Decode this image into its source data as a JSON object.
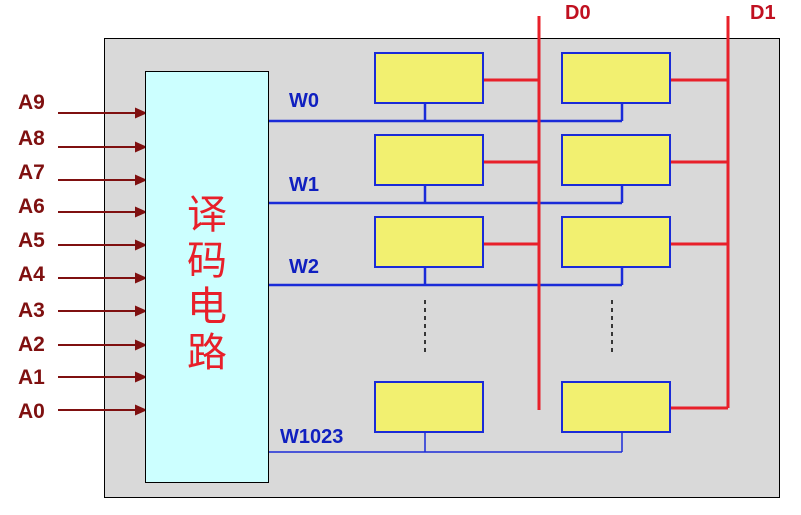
{
  "decoder": {
    "label": "译码电路"
  },
  "address_lines": [
    "A9",
    "A8",
    "A7",
    "A6",
    "A5",
    "A4",
    "A3",
    "A2",
    "A1",
    "A0"
  ],
  "word_lines": [
    "W0",
    "W1",
    "W2",
    "W1023"
  ],
  "data_lines": [
    "D0",
    "D1"
  ],
  "colors": {
    "address": "#7f1010",
    "word": "#1020c0",
    "data": "#e8202a",
    "cell": "#f2f070",
    "decoder": "#ccffff",
    "panel": "#d9d9d9"
  }
}
